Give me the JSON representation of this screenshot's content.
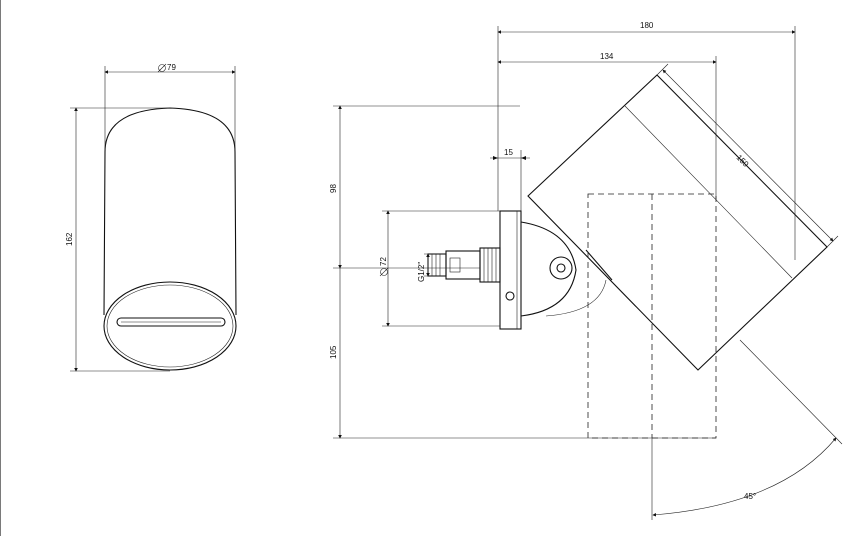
{
  "dimensions": {
    "diameter_front": "79",
    "height_front": "162",
    "total_width": "180",
    "width_134": "134",
    "flange_15": "15",
    "length_150": "150",
    "upper_98": "98",
    "lower_105": "105",
    "diameter_72": "72",
    "thread": "G1/2\"",
    "angle": "45°"
  },
  "icons": {
    "diameter_symbol": "diameter-icon"
  }
}
